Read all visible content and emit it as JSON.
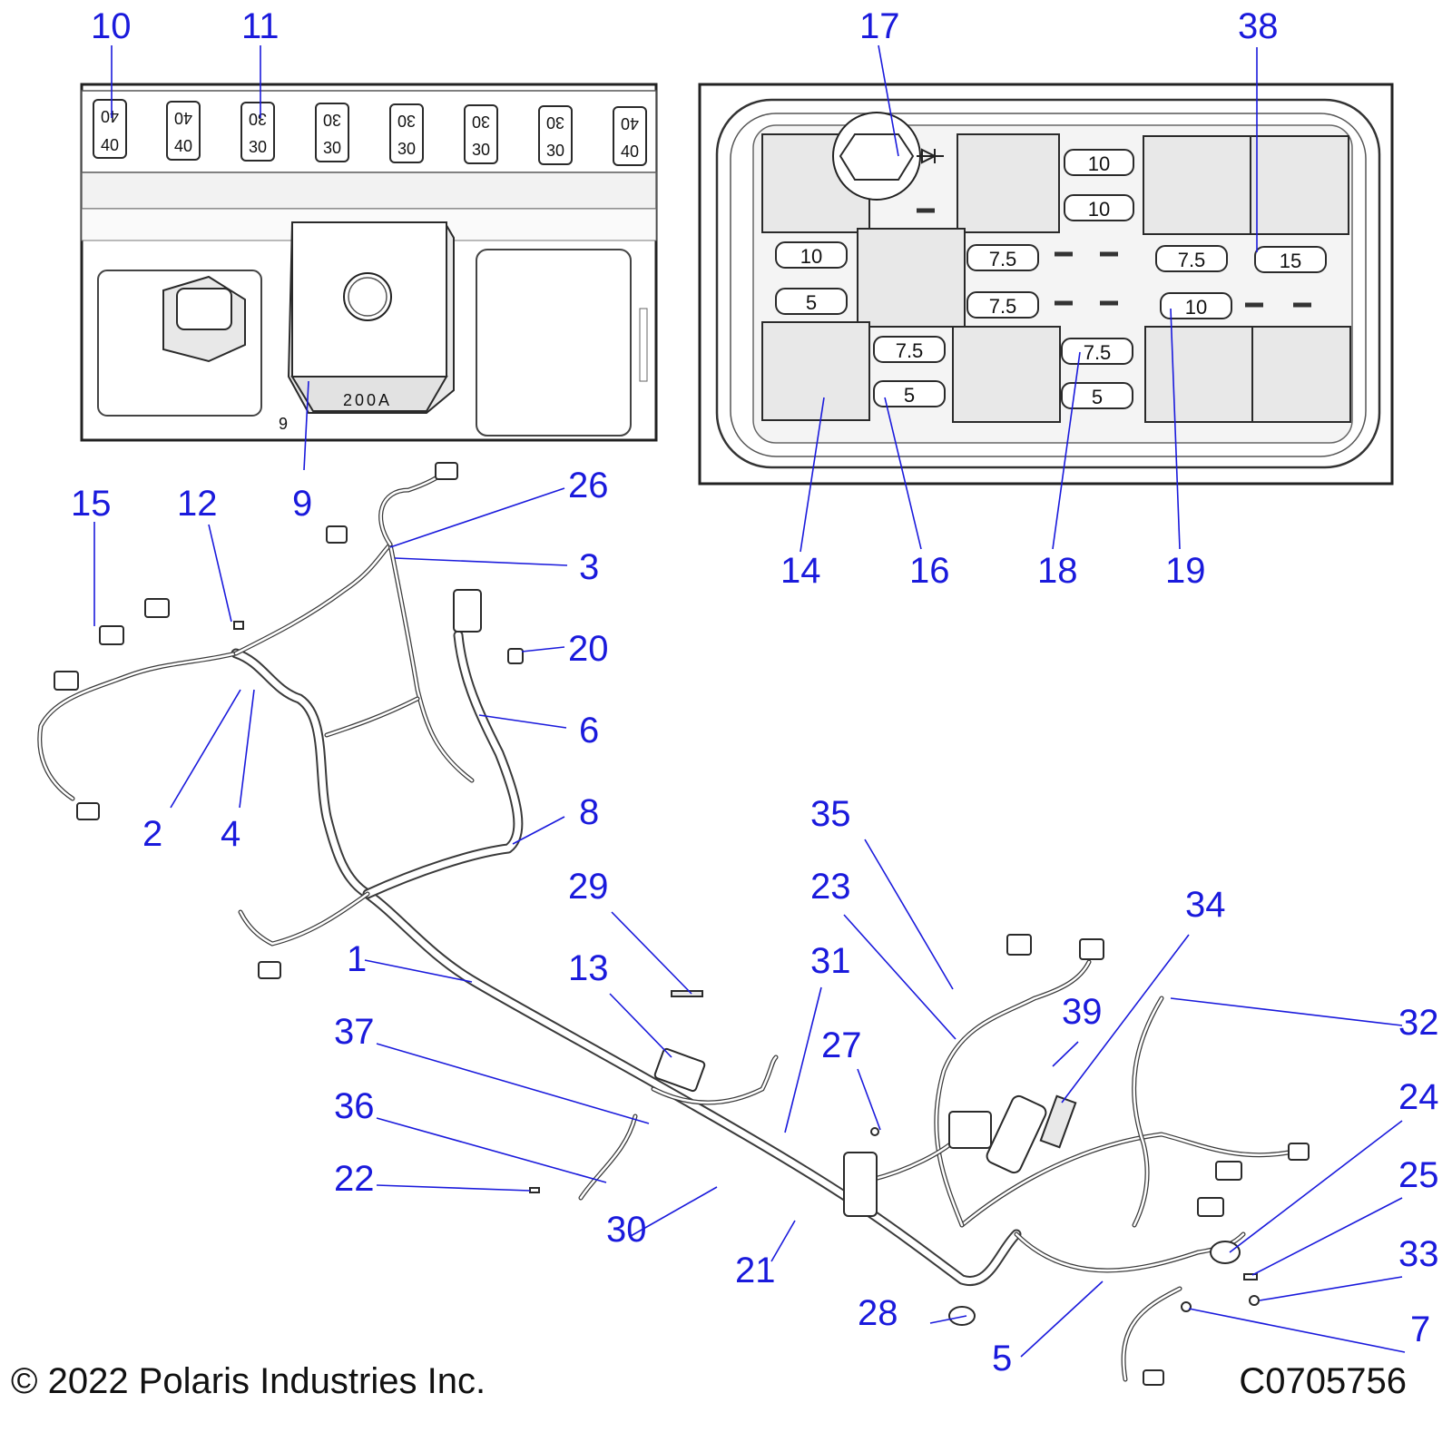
{
  "callouts": [
    "1",
    "2",
    "3",
    "4",
    "5",
    "6",
    "7",
    "8",
    "9",
    "10",
    "11",
    "12",
    "13",
    "14",
    "15",
    "16",
    "17",
    "18",
    "19",
    "20",
    "21",
    "22",
    "23",
    "24",
    "25",
    "26",
    "27",
    "28",
    "29",
    "30",
    "31",
    "32",
    "33",
    "34",
    "35",
    "36",
    "37",
    "38",
    "39"
  ],
  "inset_left": {
    "fuse_ratings": [
      "40",
      "40",
      "30",
      "30",
      "30",
      "30",
      "30",
      "40"
    ],
    "stamp_9": "9",
    "block_label": "200A"
  },
  "inset_right": {
    "fuses": {
      "f10a": "10",
      "f10b": "10",
      "f10c": "10",
      "f10d": "10",
      "f5a": "5",
      "f5b": "5",
      "f5c": "5",
      "f75a": "7.5",
      "f75b": "7.5",
      "f75c": "7.5",
      "f75d": "7.5",
      "f75e": "7.5",
      "f15": "15"
    }
  },
  "footer": {
    "copyright": "© 2022 Polaris Industries Inc.",
    "drawing_id": "C0705756"
  }
}
